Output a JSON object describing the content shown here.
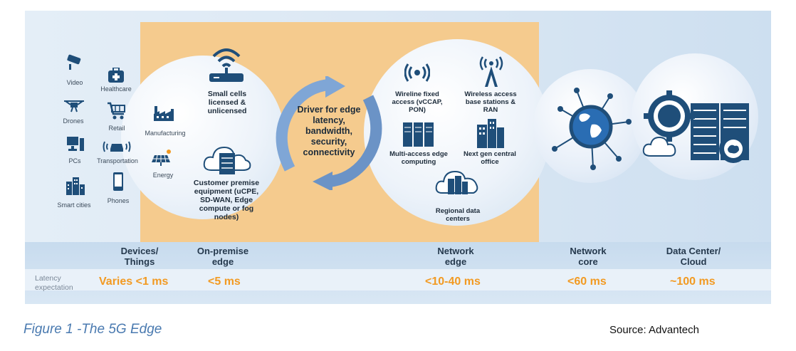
{
  "colors": {
    "accent_orange": "#f29a22",
    "icon_blue": "#1f4e79",
    "caption_blue": "#4a7ab0",
    "highlight_band": "#f5cb8e"
  },
  "devices": {
    "video": "Video",
    "healthcare": "Healthcare",
    "drones": "Drones",
    "retail": "Retail",
    "pcs": "PCs",
    "transportation": "Transportation",
    "smart_cities": "Smart cities",
    "phones": "Phones",
    "manufacturing": "Manufacturing",
    "energy": "Energy"
  },
  "on_premise": {
    "small_cells": [
      "Small cells",
      "licensed &",
      "unlicensed"
    ],
    "cpe": [
      "Customer premise",
      "equipment (uCPE,",
      "SD-WAN, Edge",
      "compute or fog",
      "nodes)"
    ]
  },
  "driver": [
    "Driver for edge",
    "latency,",
    "bandwidth,",
    "security,",
    "connectivity"
  ],
  "network_edge": {
    "wireline": [
      "Wireline fixed",
      "access (vCCAP,",
      "PON)"
    ],
    "wireless": [
      "Wireless access",
      "base stations &",
      "RAN"
    ],
    "mec": [
      "Multi-access edge",
      "computing"
    ],
    "central_office": [
      "Next gen central",
      "office"
    ],
    "regional": [
      "Regional data",
      "centers"
    ]
  },
  "categories": [
    [
      "Devices/",
      "Things"
    ],
    [
      "On-premise",
      "edge"
    ],
    [
      "Network",
      "edge"
    ],
    [
      "Network",
      "core"
    ],
    [
      "Data Center/",
      "Cloud"
    ]
  ],
  "latency": {
    "label": [
      "Latency",
      "expectation"
    ],
    "values": [
      "Varies <1 ms",
      "<5 ms",
      "<10-40 ms",
      "<60 ms",
      "~100 ms"
    ]
  },
  "caption": "Figure 1 -The 5G Edge",
  "source": "Source: Advantech",
  "icons": [
    "video-camera-icon",
    "healthcare-kit-icon",
    "drone-icon",
    "shopping-cart-icon",
    "pc-icon",
    "car-signal-icon",
    "smart-city-icon",
    "phone-icon",
    "factory-icon",
    "solar-panel-icon",
    "wifi-router-icon",
    "cloud-server-icon",
    "circular-arrows-icon",
    "broadcast-icon",
    "antenna-tower-icon",
    "server-rack-icon",
    "office-building-icon",
    "cloud-datacenter-icon",
    "globe-network-icon",
    "gear-cloud-icon"
  ]
}
